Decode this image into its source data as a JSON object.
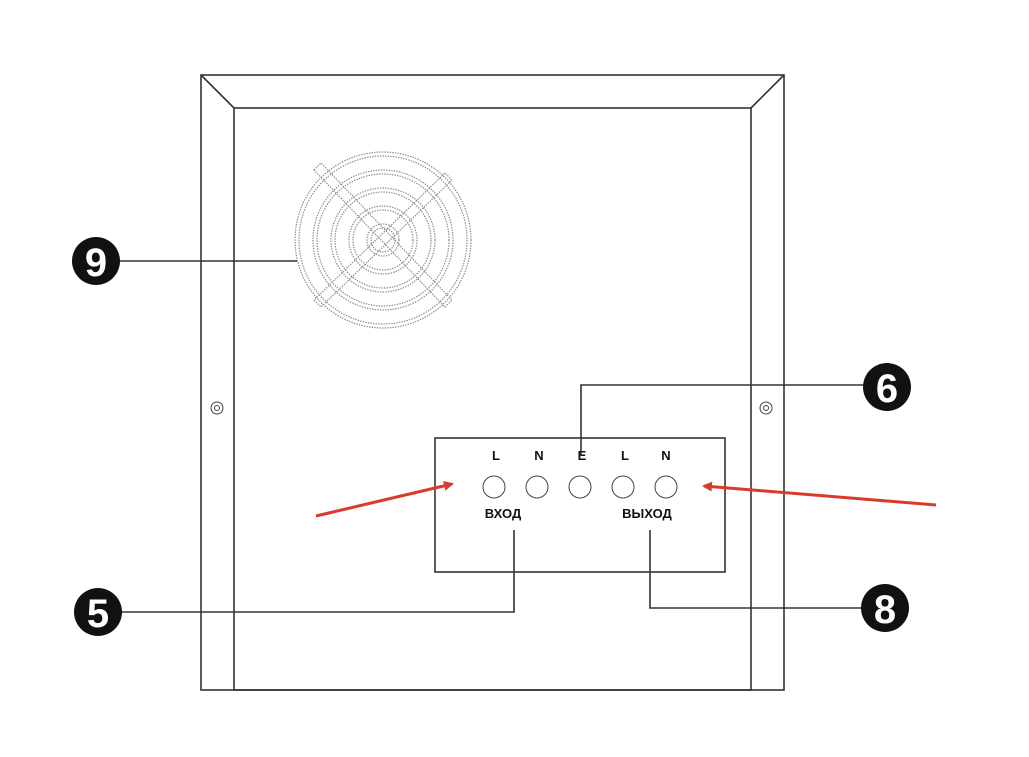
{
  "callouts": {
    "fan": "9",
    "ground": "6",
    "input": "5",
    "output": "8"
  },
  "terminals": {
    "t1": "L",
    "t2": "N",
    "t3": "E",
    "t4": "L",
    "t5": "N"
  },
  "labels": {
    "input": "ВХОД",
    "output": "ВЫХОД"
  },
  "colors": {
    "line": "#333333",
    "arrow": "#d93a2b",
    "badge": "#111111"
  }
}
